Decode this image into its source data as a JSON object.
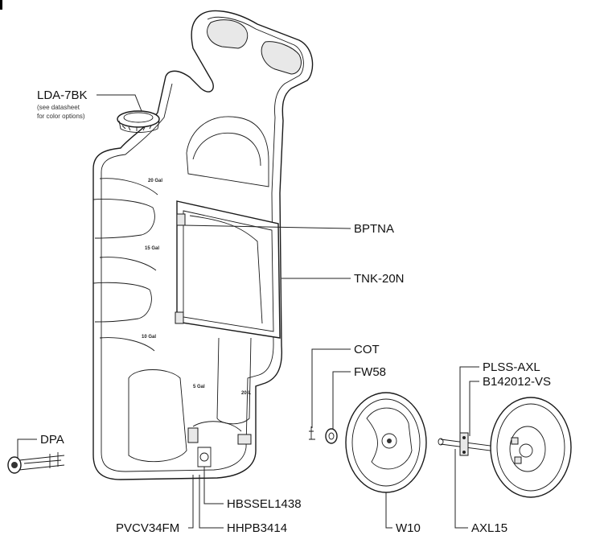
{
  "parts": {
    "lda": {
      "code": "LDA-7BK",
      "note1": "(see datasheet",
      "note2": "for color options)"
    },
    "bptna": "BPTNA",
    "tnk": "TNK-20N",
    "cot": "COT",
    "fw58": "FW58",
    "plss": "PLSS-AXL",
    "b142": "B142012-VS",
    "dpa": "DPA",
    "hbssel": "HBSSEL1438",
    "pvcv": "PVCV34FM",
    "hhpb": "HHPB3414",
    "w10": "W10",
    "axl15": "AXL15"
  },
  "gallon_marks": [
    "20 Gal",
    "15 Gal",
    "10 Gal",
    "5 Gal",
    "20 L"
  ]
}
